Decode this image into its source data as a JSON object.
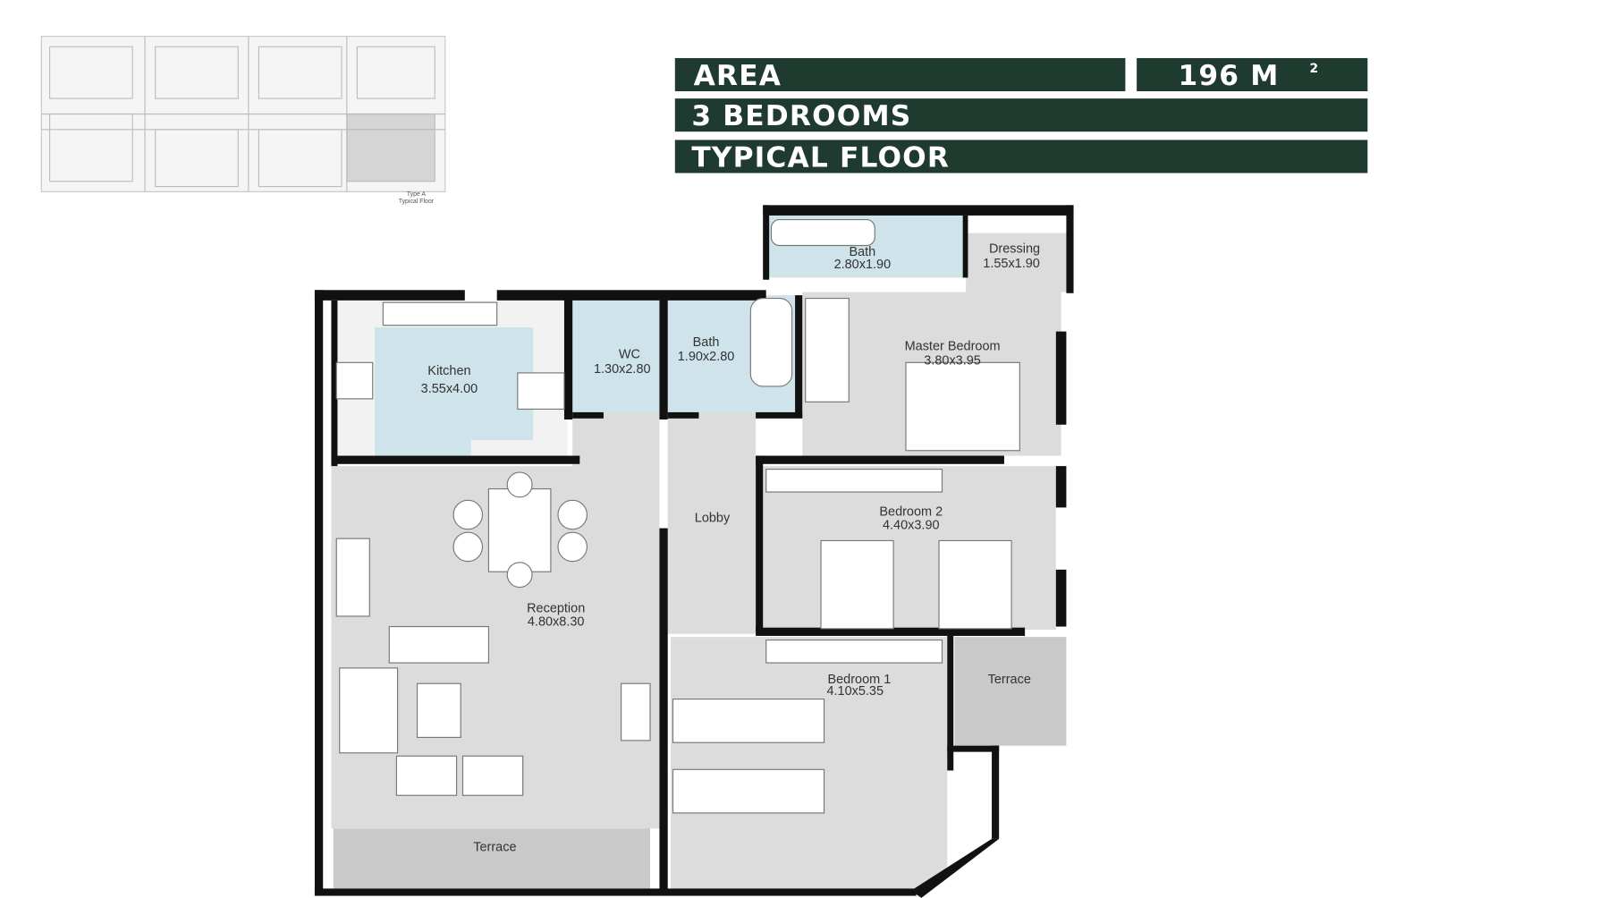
{
  "header": {
    "area_label": "AREA",
    "area_value": "196 M",
    "area_unit_sup": "2",
    "bedrooms": "3 BEDROOMS",
    "floor": "TYPICAL FLOOR"
  },
  "keyplan": {
    "caption_line1": "Type A",
    "caption_line2": "Typical Floor"
  },
  "rooms": {
    "kitchen": {
      "name": "Kitchen",
      "size": "3.55x4.00"
    },
    "wc": {
      "name": "WC",
      "size": "1.30x2.80"
    },
    "bath": {
      "name": "Bath",
      "size": "1.90x2.80"
    },
    "master_bath": {
      "name": "Bath",
      "size": "2.80x1.90"
    },
    "dressing": {
      "name": "Dressing",
      "size": "1.55x1.90"
    },
    "master_bedroom": {
      "name": "Master Bedroom",
      "size": "3.80x3.95"
    },
    "lobby": {
      "name": "Lobby"
    },
    "reception": {
      "name": "Reception",
      "size": "4.80x8.30"
    },
    "bedroom2": {
      "name": "Bedroom 2",
      "size": "4.40x3.90"
    },
    "bedroom1": {
      "name": "Bedroom 1",
      "size": "4.10x5.35"
    },
    "terrace_right": {
      "name": "Terrace"
    },
    "terrace_bottom": {
      "name": "Terrace"
    }
  },
  "colors": {
    "header_bg": "#1f3a2e",
    "wet_room": "#cfe3ea",
    "room": "#dcdcdc",
    "terrace": "#c9c9c9",
    "wall": "#111111"
  }
}
